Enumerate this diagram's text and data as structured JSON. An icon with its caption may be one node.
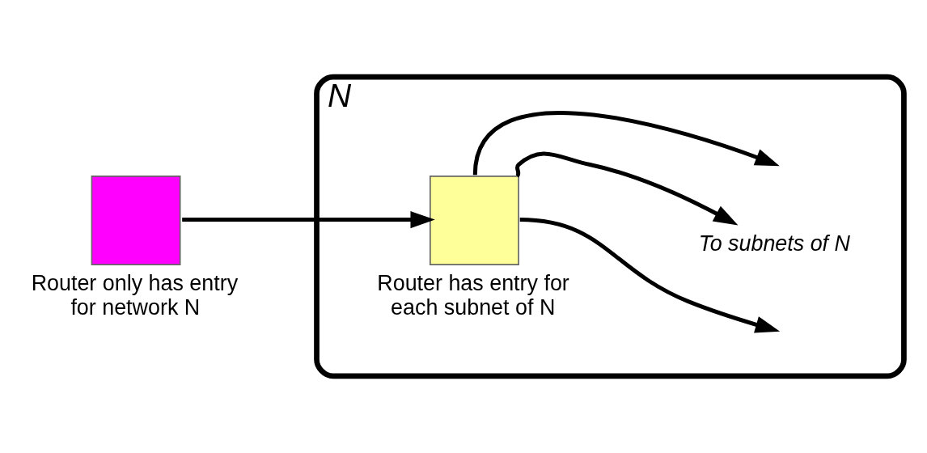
{
  "diagram": {
    "nodes": [
      {
        "text": [
          "N"
        ]
      },
      {
        "text": [],
        "shape": "box",
        "beside": [
          "Router only has entry for network N"
        ]
      },
      {
        "text": [],
        "shape": "box",
        "in": 0,
        "beside": [
          "Router has entry for each subnet of N"
        ]
      },
      {
        "text": [
          "To subnets of N"
        ],
        "in": 0
      }
    ],
    "edges": [
      {
        "from": 1,
        "to": 2,
        "arrow": "to"
      },
      {
        "from": 2,
        "to": null,
        "arrow": "to"
      },
      {
        "from": 2,
        "to": 3,
        "arrow": "to"
      },
      {
        "from": 2,
        "to": null,
        "arrow": "to"
      }
    ]
  }
}
